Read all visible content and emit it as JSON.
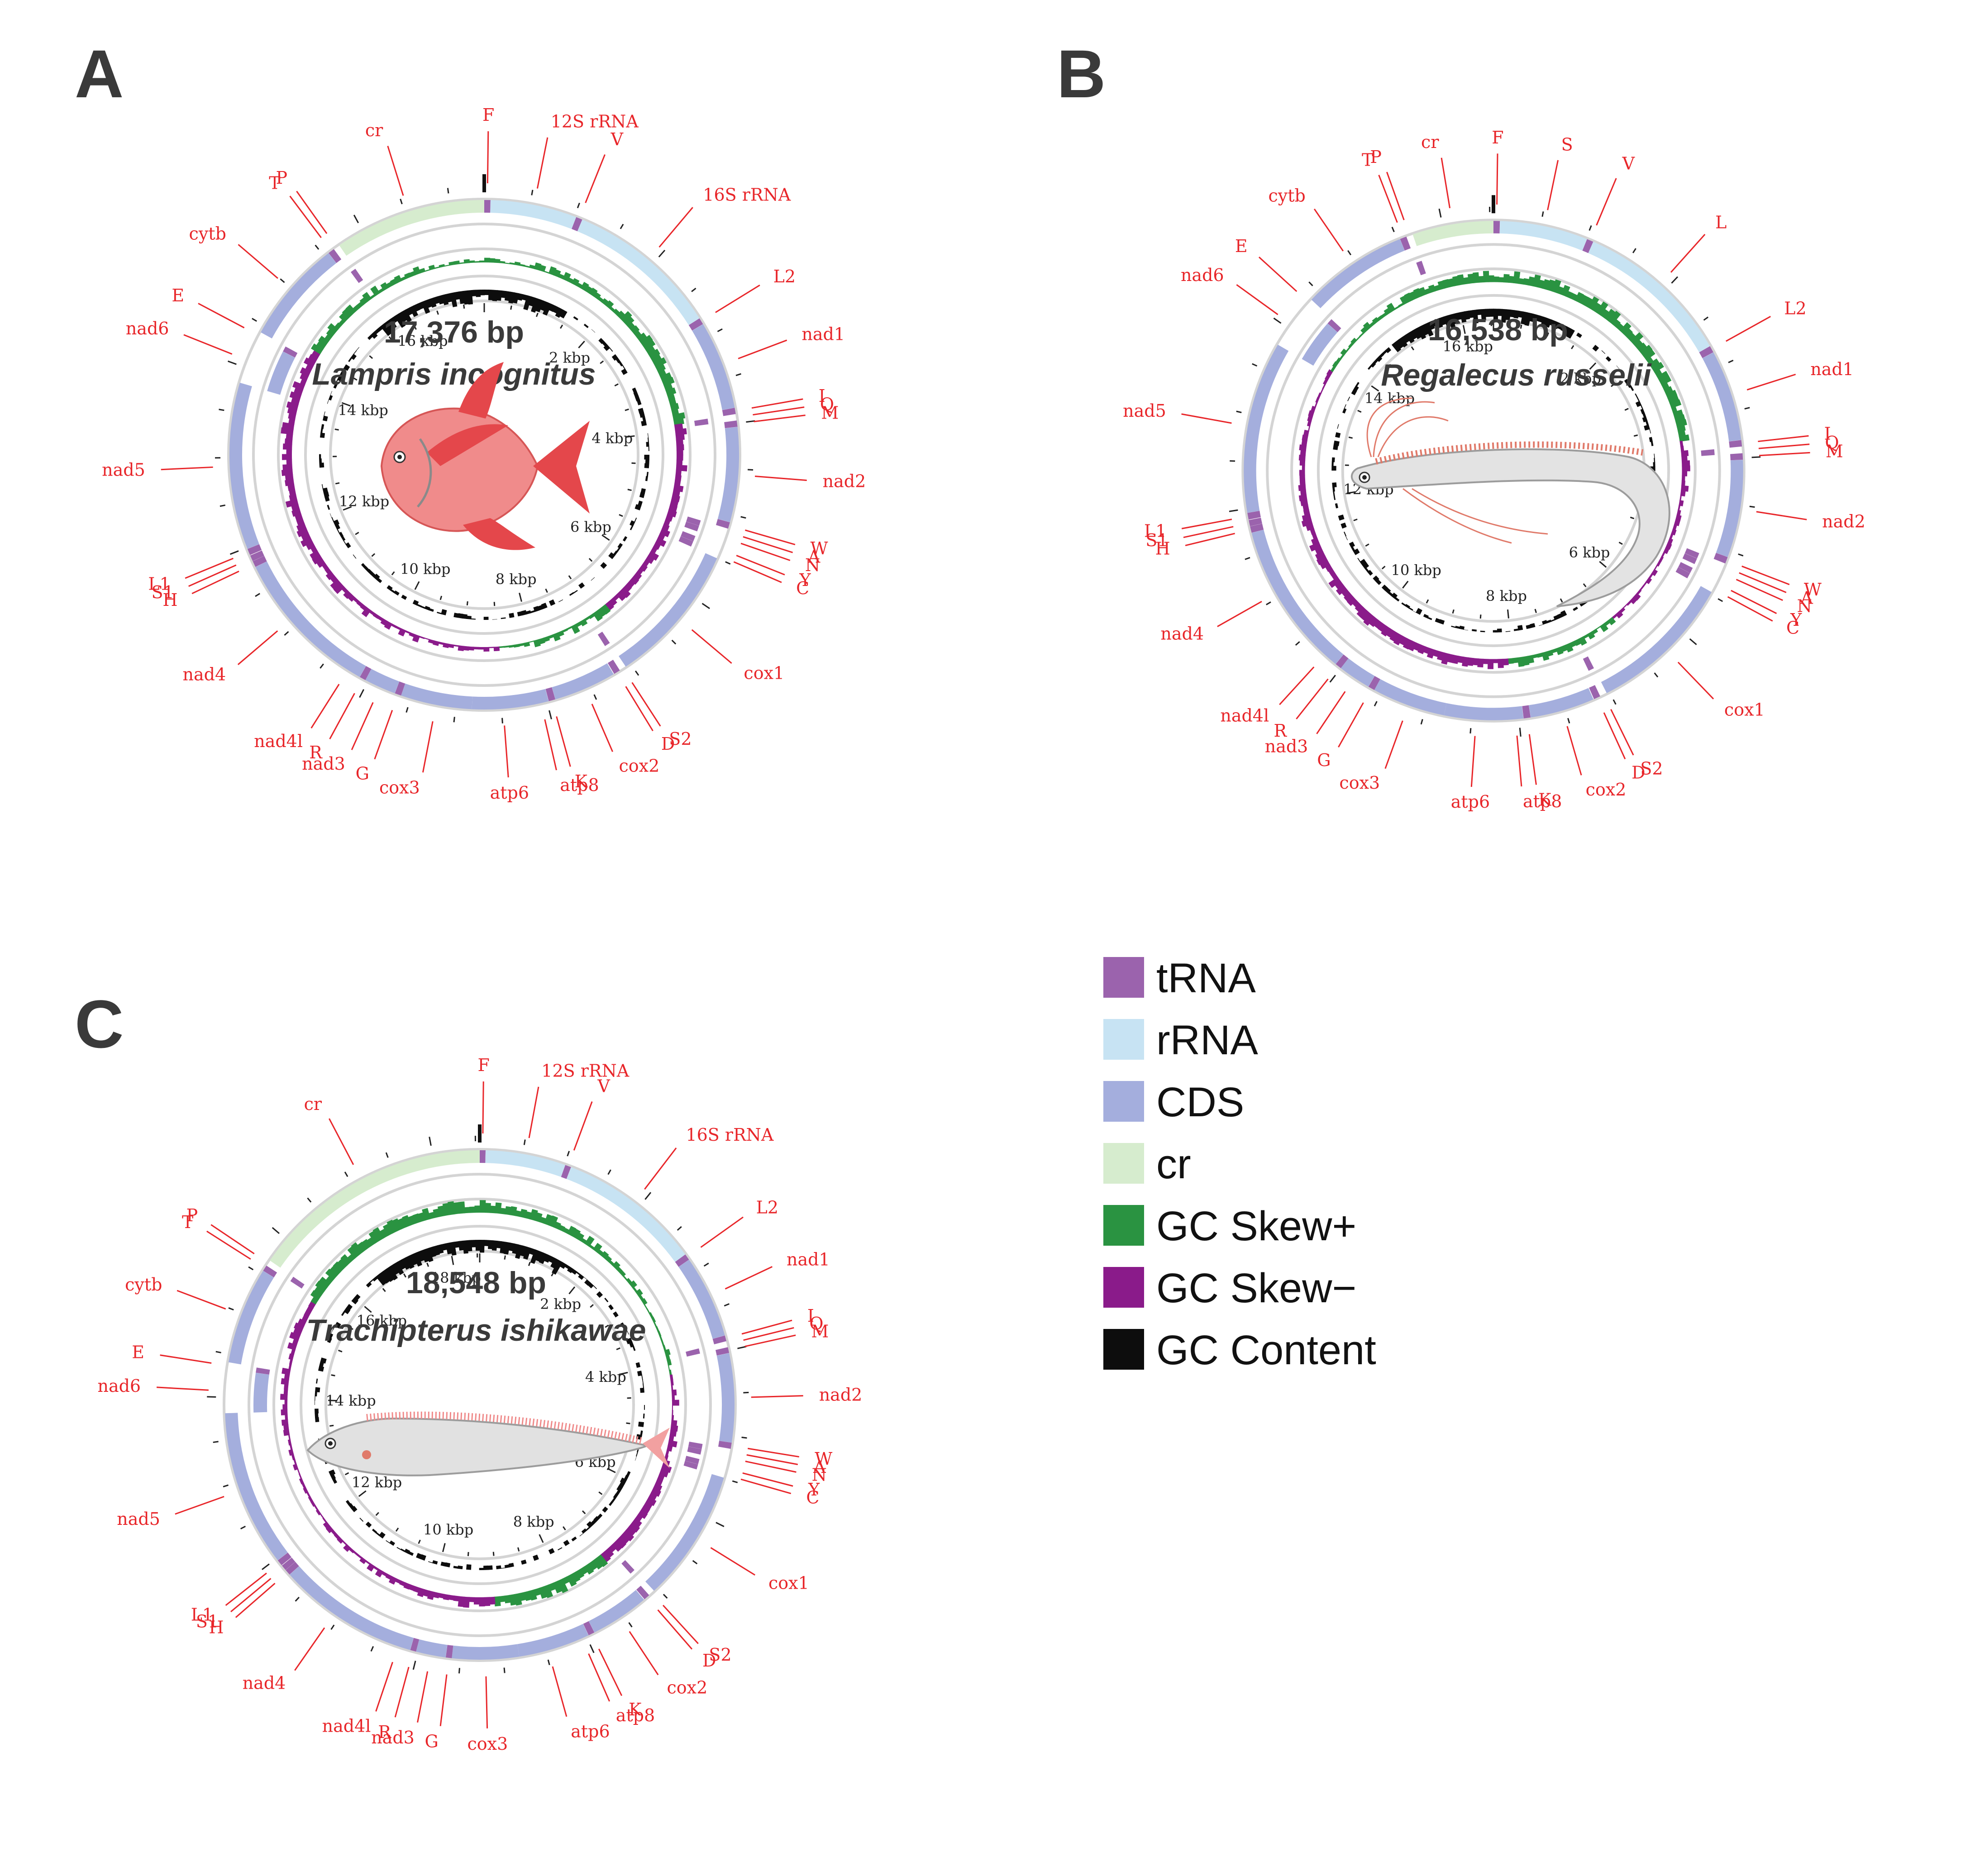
{
  "legend": [
    {
      "label": "tRNA",
      "color": "#9b63ad"
    },
    {
      "label": "rRNA",
      "color": "#c7e3f3"
    },
    {
      "label": "CDS",
      "color": "#a4aedd"
    },
    {
      "label": "cr",
      "color": "#d6ecce"
    },
    {
      "label": "GC Skew+",
      "color": "#2a9341"
    },
    {
      "label": "GC Skew−",
      "color": "#8a1b8a"
    },
    {
      "label": "GC Content",
      "color": "#0d0d0d"
    }
  ],
  "colors": {
    "tRNA": "#9b63ad",
    "rRNA": "#c7e3f3",
    "CDS": "#a4aedd",
    "cr": "#d6ecce",
    "skew_pos": "#2a9341",
    "skew_neg": "#8a1b8a",
    "gc": "#0d0d0d",
    "ring": "#d4d4d4",
    "label_line": "#e8262a",
    "label_text": "#e8262a"
  },
  "panels": [
    {
      "letter": "A",
      "size_label": "17,376 bp",
      "species": "Lampris incognitus",
      "length_bp": 17376,
      "kbp_labels": [
        "2 kbp",
        "4 kbp",
        "6 kbp",
        "8 kbp",
        "10 kbp",
        "12 kbp",
        "14 kbp",
        "16 kbp"
      ],
      "fish": "opah-fish-icon",
      "genes": [
        {
          "name": "F",
          "type": "tRNA",
          "strand": "outer",
          "start": 0,
          "end": 68
        },
        {
          "name": "12S rRNA",
          "type": "rRNA",
          "strand": "outer",
          "start": 69,
          "end": 1020
        },
        {
          "name": "V",
          "type": "tRNA",
          "strand": "outer",
          "start": 1021,
          "end": 1092
        },
        {
          "name": "16S rRNA",
          "type": "rRNA",
          "strand": "outer",
          "start": 1093,
          "end": 2780
        },
        {
          "name": "L2",
          "type": "tRNA",
          "strand": "outer",
          "start": 2781,
          "end": 2855
        },
        {
          "name": "nad1",
          "type": "CDS",
          "strand": "outer",
          "start": 2856,
          "end": 3830
        },
        {
          "name": "I",
          "type": "tRNA",
          "strand": "outer",
          "start": 3831,
          "end": 3900
        },
        {
          "name": "Q",
          "type": "tRNA",
          "strand": "inner",
          "start": 3901,
          "end": 3970
        },
        {
          "name": "M",
          "type": "tRNA",
          "strand": "outer",
          "start": 3971,
          "end": 4040
        },
        {
          "name": "nad2",
          "type": "CDS",
          "strand": "outer",
          "start": 4041,
          "end": 5085
        },
        {
          "name": "W",
          "type": "tRNA",
          "strand": "outer",
          "start": 5086,
          "end": 5158
        },
        {
          "name": "A",
          "type": "tRNA",
          "strand": "inner",
          "start": 5159,
          "end": 5227
        },
        {
          "name": "N",
          "type": "tRNA",
          "strand": "inner",
          "start": 5228,
          "end": 5300
        },
        {
          "name": "Y",
          "type": "tRNA",
          "strand": "inner",
          "start": 5360,
          "end": 5430
        },
        {
          "name": "C",
          "type": "tRNA",
          "strand": "inner",
          "start": 5431,
          "end": 5500
        },
        {
          "name": "cox1",
          "type": "CDS",
          "strand": "outer",
          "start": 5502,
          "end": 7060
        },
        {
          "name": "S2",
          "type": "tRNA",
          "strand": "inner",
          "start": 7061,
          "end": 7131
        },
        {
          "name": "D",
          "type": "tRNA",
          "strand": "outer",
          "start": 7136,
          "end": 7208
        },
        {
          "name": "cox2",
          "type": "CDS",
          "strand": "outer",
          "start": 7215,
          "end": 7905
        },
        {
          "name": "K",
          "type": "tRNA",
          "strand": "outer",
          "start": 7906,
          "end": 7980
        },
        {
          "name": "atp8",
          "type": "CDS",
          "strand": "outer",
          "start": 7982,
          "end": 8150
        },
        {
          "name": "atp6",
          "type": "CDS",
          "strand": "outer",
          "start": 8141,
          "end": 8823
        },
        {
          "name": "cox3",
          "type": "CDS",
          "strand": "outer",
          "start": 8823,
          "end": 9608
        },
        {
          "name": "G",
          "type": "tRNA",
          "strand": "outer",
          "start": 9608,
          "end": 9679
        },
        {
          "name": "nad3",
          "type": "CDS",
          "strand": "outer",
          "start": 9680,
          "end": 10030
        },
        {
          "name": "R",
          "type": "tRNA",
          "strand": "outer",
          "start": 10030,
          "end": 10099
        },
        {
          "name": "nad4l",
          "type": "CDS",
          "strand": "outer",
          "start": 10100,
          "end": 10396
        },
        {
          "name": "nad4",
          "type": "CDS",
          "strand": "outer",
          "start": 10390,
          "end": 11770
        },
        {
          "name": "H",
          "type": "tRNA",
          "strand": "outer",
          "start": 11771,
          "end": 11840
        },
        {
          "name": "S1",
          "type": "tRNA",
          "strand": "outer",
          "start": 11841,
          "end": 11908
        },
        {
          "name": "L1",
          "type": "tRNA",
          "strand": "outer",
          "start": 11913,
          "end": 11985
        },
        {
          "name": "nad5",
          "type": "CDS",
          "strand": "outer",
          "start": 11986,
          "end": 13825
        },
        {
          "name": "nad6",
          "type": "CDS",
          "strand": "inner",
          "start": 13822,
          "end": 14343
        },
        {
          "name": "E",
          "type": "tRNA",
          "strand": "inner",
          "start": 14344,
          "end": 14412
        },
        {
          "name": "cytb",
          "type": "CDS",
          "strand": "outer",
          "start": 14418,
          "end": 15558
        },
        {
          "name": "T",
          "type": "tRNA",
          "strand": "outer",
          "start": 15559,
          "end": 15630
        },
        {
          "name": "P",
          "type": "tRNA",
          "strand": "inner",
          "start": 15631,
          "end": 15700
        },
        {
          "name": "cr",
          "type": "cr",
          "strand": "outer",
          "start": 15701,
          "end": 17376
        }
      ]
    },
    {
      "letter": "B",
      "size_label": "16,538 bp",
      "species": "Regalecus russelii",
      "length_bp": 16538,
      "kbp_labels": [
        "2 kbp",
        "4 kbp",
        "6 kbp",
        "8 kbp",
        "10 kbp",
        "12 kbp",
        "14 kbp",
        "16 kbp"
      ],
      "fish": "oarfish-icon",
      "genes": [
        {
          "name": "F",
          "type": "tRNA",
          "strand": "outer",
          "start": 0,
          "end": 68
        },
        {
          "name": "S",
          "type": "rRNA",
          "strand": "outer",
          "start": 69,
          "end": 1010
        },
        {
          "name": "V",
          "type": "tRNA",
          "strand": "outer",
          "start": 1011,
          "end": 1082
        },
        {
          "name": "L",
          "type": "rRNA",
          "strand": "outer",
          "start": 1083,
          "end": 2760
        },
        {
          "name": "L2",
          "type": "tRNA",
          "strand": "outer",
          "start": 2761,
          "end": 2835
        },
        {
          "name": "nad1",
          "type": "CDS",
          "strand": "outer",
          "start": 2836,
          "end": 3810
        },
        {
          "name": "I",
          "type": "tRNA",
          "strand": "outer",
          "start": 3811,
          "end": 3880
        },
        {
          "name": "Q",
          "type": "tRNA",
          "strand": "inner",
          "start": 3881,
          "end": 3950
        },
        {
          "name": "M",
          "type": "tRNA",
          "strand": "outer",
          "start": 3951,
          "end": 4020
        },
        {
          "name": "nad2",
          "type": "CDS",
          "strand": "outer",
          "start": 4021,
          "end": 5065
        },
        {
          "name": "W",
          "type": "tRNA",
          "strand": "outer",
          "start": 5066,
          "end": 5138
        },
        {
          "name": "A",
          "type": "tRNA",
          "strand": "inner",
          "start": 5139,
          "end": 5207
        },
        {
          "name": "N",
          "type": "tRNA",
          "strand": "inner",
          "start": 5208,
          "end": 5280
        },
        {
          "name": "Y",
          "type": "tRNA",
          "strand": "inner",
          "start": 5330,
          "end": 5400
        },
        {
          "name": "C",
          "type": "tRNA",
          "strand": "inner",
          "start": 5401,
          "end": 5470
        },
        {
          "name": "cox1",
          "type": "CDS",
          "strand": "outer",
          "start": 5472,
          "end": 7030
        },
        {
          "name": "S2",
          "type": "tRNA",
          "strand": "inner",
          "start": 7031,
          "end": 7101
        },
        {
          "name": "D",
          "type": "tRNA",
          "strand": "outer",
          "start": 7106,
          "end": 7178
        },
        {
          "name": "cox2",
          "type": "CDS",
          "strand": "outer",
          "start": 7185,
          "end": 7875
        },
        {
          "name": "K",
          "type": "tRNA",
          "strand": "outer",
          "start": 7876,
          "end": 7950
        },
        {
          "name": "atp8",
          "type": "CDS",
          "strand": "outer",
          "start": 7952,
          "end": 8120
        },
        {
          "name": "atp6",
          "type": "CDS",
          "strand": "outer",
          "start": 8111,
          "end": 8793
        },
        {
          "name": "cox3",
          "type": "CDS",
          "strand": "outer",
          "start": 8793,
          "end": 9578
        },
        {
          "name": "G",
          "type": "tRNA",
          "strand": "outer",
          "start": 9578,
          "end": 9649
        },
        {
          "name": "nad3",
          "type": "CDS",
          "strand": "outer",
          "start": 9650,
          "end": 10000
        },
        {
          "name": "R",
          "type": "tRNA",
          "strand": "outer",
          "start": 10000,
          "end": 10069
        },
        {
          "name": "nad4l",
          "type": "CDS",
          "strand": "outer",
          "start": 10070,
          "end": 10366
        },
        {
          "name": "nad4",
          "type": "CDS",
          "strand": "outer",
          "start": 10360,
          "end": 11740
        },
        {
          "name": "H",
          "type": "tRNA",
          "strand": "outer",
          "start": 11741,
          "end": 11810
        },
        {
          "name": "S1",
          "type": "tRNA",
          "strand": "outer",
          "start": 11811,
          "end": 11878
        },
        {
          "name": "L1",
          "type": "tRNA",
          "strand": "outer",
          "start": 11883,
          "end": 11955
        },
        {
          "name": "nad5",
          "type": "CDS",
          "strand": "outer",
          "start": 11956,
          "end": 13795
        },
        {
          "name": "nad6",
          "type": "CDS",
          "strand": "inner",
          "start": 13792,
          "end": 14313
        },
        {
          "name": "E",
          "type": "tRNA",
          "strand": "inner",
          "start": 14314,
          "end": 14382
        },
        {
          "name": "cytb",
          "type": "CDS",
          "strand": "outer",
          "start": 14388,
          "end": 15528
        },
        {
          "name": "T",
          "type": "tRNA",
          "strand": "outer",
          "start": 15529,
          "end": 15600
        },
        {
          "name": "P",
          "type": "tRNA",
          "strand": "inner",
          "start": 15601,
          "end": 15670
        },
        {
          "name": "cr",
          "type": "cr",
          "strand": "outer",
          "start": 15671,
          "end": 16538
        }
      ]
    },
    {
      "letter": "C",
      "size_label": "18,548 bp",
      "species": "Trachipterus ishikawae",
      "length_bp": 18548,
      "kbp_labels": [
        "2 kbp",
        "4 kbp",
        "6 kbp",
        "8 kbp",
        "10 kbp",
        "12 kbp",
        "14 kbp",
        "16 kbp",
        "18 kbp"
      ],
      "fish": "ribbonfish-icon",
      "genes": [
        {
          "name": "F",
          "type": "tRNA",
          "strand": "outer",
          "start": 0,
          "end": 68
        },
        {
          "name": "12S rRNA",
          "type": "rRNA",
          "strand": "outer",
          "start": 69,
          "end": 1010
        },
        {
          "name": "V",
          "type": "tRNA",
          "strand": "outer",
          "start": 1011,
          "end": 1082
        },
        {
          "name": "16S rRNA",
          "type": "rRNA",
          "strand": "outer",
          "start": 1083,
          "end": 2770
        },
        {
          "name": "L2",
          "type": "tRNA",
          "strand": "outer",
          "start": 2771,
          "end": 2845
        },
        {
          "name": "nad1",
          "type": "CDS",
          "strand": "outer",
          "start": 2846,
          "end": 3820
        },
        {
          "name": "I",
          "type": "tRNA",
          "strand": "outer",
          "start": 3821,
          "end": 3890
        },
        {
          "name": "Q",
          "type": "tRNA",
          "strand": "inner",
          "start": 3891,
          "end": 3960
        },
        {
          "name": "M",
          "type": "tRNA",
          "strand": "outer",
          "start": 3961,
          "end": 4030
        },
        {
          "name": "nad2",
          "type": "CDS",
          "strand": "outer",
          "start": 4031,
          "end": 5075
        },
        {
          "name": "W",
          "type": "tRNA",
          "strand": "outer",
          "start": 5076,
          "end": 5148
        },
        {
          "name": "A",
          "type": "tRNA",
          "strand": "inner",
          "start": 5149,
          "end": 5217
        },
        {
          "name": "N",
          "type": "tRNA",
          "strand": "inner",
          "start": 5218,
          "end": 5290
        },
        {
          "name": "Y",
          "type": "tRNA",
          "strand": "inner",
          "start": 5350,
          "end": 5420
        },
        {
          "name": "C",
          "type": "tRNA",
          "strand": "inner",
          "start": 5421,
          "end": 5490
        },
        {
          "name": "cox1",
          "type": "CDS",
          "strand": "outer",
          "start": 5492,
          "end": 7050
        },
        {
          "name": "S2",
          "type": "tRNA",
          "strand": "inner",
          "start": 7051,
          "end": 7121
        },
        {
          "name": "D",
          "type": "tRNA",
          "strand": "outer",
          "start": 7126,
          "end": 7198
        },
        {
          "name": "cox2",
          "type": "CDS",
          "strand": "outer",
          "start": 7205,
          "end": 7895
        },
        {
          "name": "K",
          "type": "tRNA",
          "strand": "outer",
          "start": 7896,
          "end": 7970
        },
        {
          "name": "atp8",
          "type": "CDS",
          "strand": "outer",
          "start": 7972,
          "end": 8140
        },
        {
          "name": "atp6",
          "type": "CDS",
          "strand": "outer",
          "start": 8131,
          "end": 8813
        },
        {
          "name": "cox3",
          "type": "CDS",
          "strand": "outer",
          "start": 8813,
          "end": 9598
        },
        {
          "name": "G",
          "type": "tRNA",
          "strand": "outer",
          "start": 9598,
          "end": 9669
        },
        {
          "name": "nad3",
          "type": "CDS",
          "strand": "outer",
          "start": 9670,
          "end": 10020
        },
        {
          "name": "R",
          "type": "tRNA",
          "strand": "outer",
          "start": 10020,
          "end": 10089
        },
        {
          "name": "nad4l",
          "type": "CDS",
          "strand": "outer",
          "start": 10090,
          "end": 10386
        },
        {
          "name": "nad4",
          "type": "CDS",
          "strand": "outer",
          "start": 10380,
          "end": 11760
        },
        {
          "name": "H",
          "type": "tRNA",
          "strand": "outer",
          "start": 11761,
          "end": 11830
        },
        {
          "name": "S1",
          "type": "tRNA",
          "strand": "outer",
          "start": 11831,
          "end": 11898
        },
        {
          "name": "L1",
          "type": "tRNA",
          "strand": "outer",
          "start": 11903,
          "end": 11975
        },
        {
          "name": "nad5",
          "type": "CDS",
          "strand": "outer",
          "start": 11976,
          "end": 13815
        },
        {
          "name": "nad6",
          "type": "CDS",
          "strand": "inner",
          "start": 13812,
          "end": 14333
        },
        {
          "name": "E",
          "type": "tRNA",
          "strand": "inner",
          "start": 14334,
          "end": 14402
        },
        {
          "name": "cytb",
          "type": "CDS",
          "strand": "outer",
          "start": 14408,
          "end": 15548
        },
        {
          "name": "T",
          "type": "tRNA",
          "strand": "outer",
          "start": 15549,
          "end": 15620
        },
        {
          "name": "P",
          "type": "tRNA",
          "strand": "inner",
          "start": 15621,
          "end": 15690
        },
        {
          "name": "cr",
          "type": "cr",
          "strand": "outer",
          "start": 15691,
          "end": 18548
        }
      ]
    }
  ]
}
